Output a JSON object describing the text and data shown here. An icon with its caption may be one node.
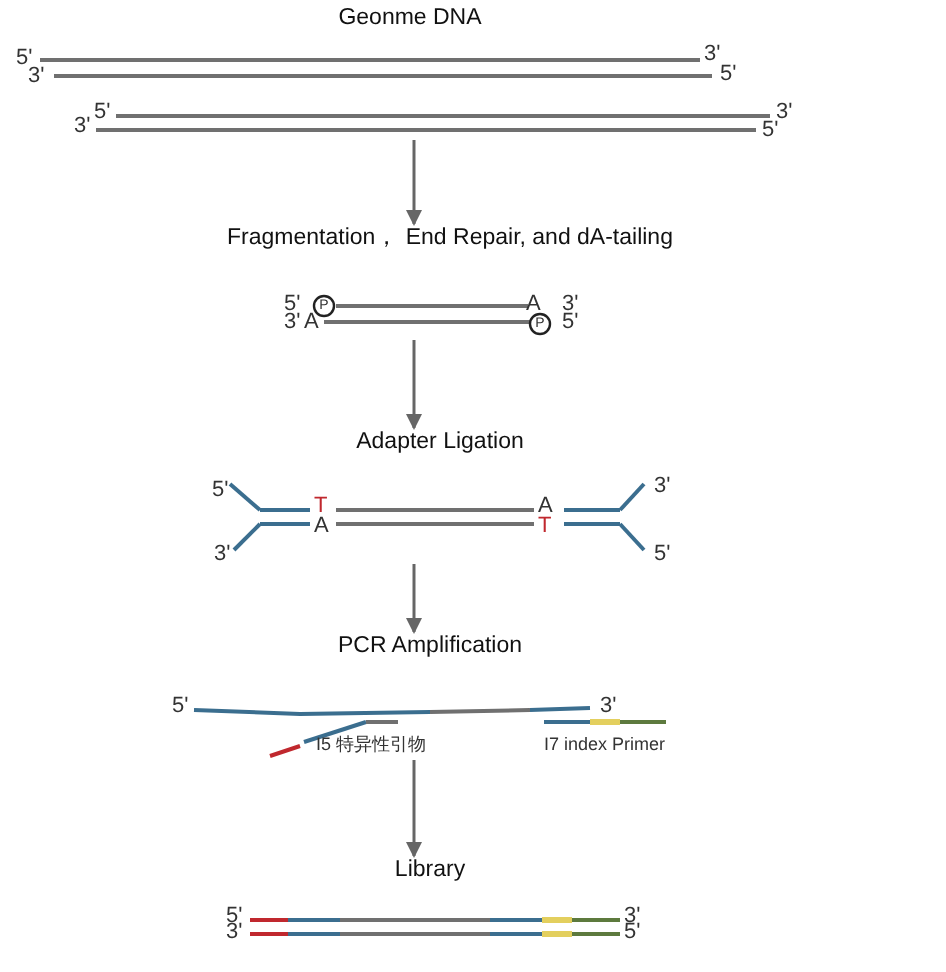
{
  "diagram": {
    "nodes": [
      {
        "text": [
          "Geonme DNA"
        ]
      },
      {
        "text": [
          "Fragmentation， End Repair, and dA-tailing"
        ]
      },
      {
        "text": [
          "Adapter Ligation"
        ]
      },
      {
        "text": [
          "PCR Amplification"
        ]
      },
      {
        "text": [
          "Library"
        ]
      }
    ],
    "edges": [
      {
        "from": 0,
        "to": 1,
        "arrow": "to"
      },
      {
        "from": 1,
        "to": 2,
        "arrow": "to"
      },
      {
        "from": 2,
        "to": 3,
        "arrow": "to"
      },
      {
        "from": 3,
        "to": 4,
        "arrow": "to"
      }
    ],
    "labels": [
      "5'",
      "3'",
      "3'",
      "5'",
      "5'",
      "3'",
      "3'",
      "5'",
      "5'",
      "P",
      "A",
      "3'",
      "3'",
      "A",
      "P",
      "5'",
      "5'",
      "T",
      "A",
      "3'",
      "3'",
      "A",
      "T",
      "5'",
      "5'",
      "3'",
      "I5 特异性引物",
      "I7 index Primer",
      "5'",
      "3'",
      "3'",
      "5'"
    ]
  }
}
